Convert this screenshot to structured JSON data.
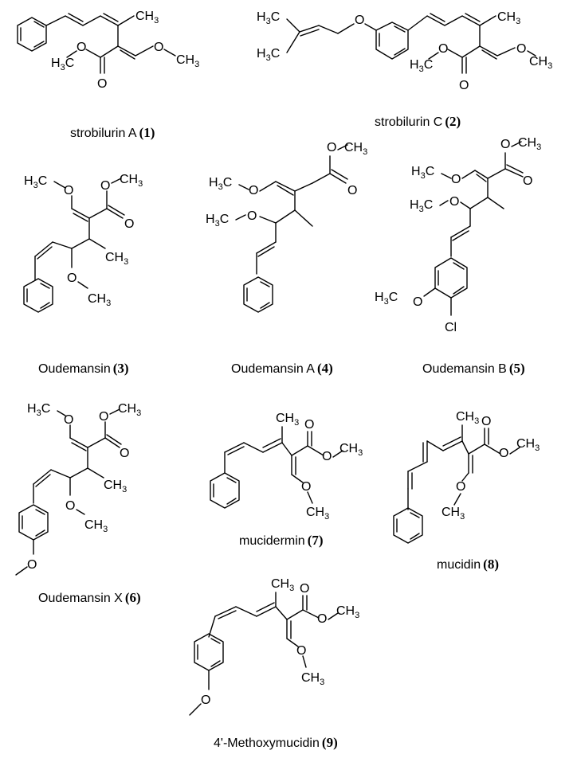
{
  "compounds": [
    {
      "name": "strobilurin A",
      "number": "1"
    },
    {
      "name": "strobilurin C",
      "number": "2"
    },
    {
      "name": "Oudemansin",
      "number": "3"
    },
    {
      "name": "Oudemansin A",
      "number": "4"
    },
    {
      "name": "Oudemansin B",
      "number": "5"
    },
    {
      "name": "Oudemansin X",
      "number": "6"
    },
    {
      "name": "mucidermin",
      "number": "7"
    },
    {
      "name": "mucidin",
      "number": "8"
    },
    {
      "name": "4'-Methoxymucidin",
      "number": "9"
    }
  ],
  "atoms": {
    "ch3": "CH",
    "h3c": "H",
    "c": "C",
    "o": "O",
    "cl": "Cl",
    "sub3": "3"
  }
}
